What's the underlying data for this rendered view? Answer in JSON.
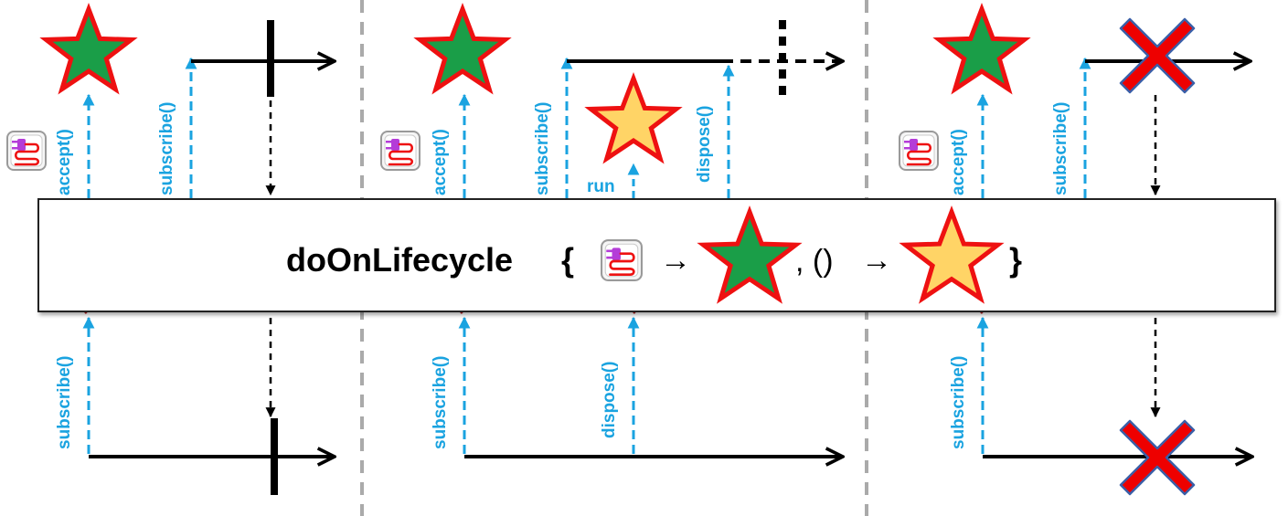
{
  "operator": {
    "name": "doOnLifecycle",
    "open_brace": "{",
    "arrow1": "→",
    "separator": ", ()",
    "arrow2": "→",
    "close_brace": "}"
  },
  "labels": {
    "accept": "accept()",
    "subscribe": "subscribe()",
    "dispose": "dispose()",
    "run": "run"
  },
  "colors": {
    "label": "#1aa3e0",
    "dashed_red": "#b01818",
    "star_green": "#1a9e48",
    "star_yellow": "#ffd466",
    "star_outline": "#ee1111",
    "cross_fill": "#ee0000",
    "cross_outline": "#3a5fa8",
    "divider": "#aaaaaa"
  },
  "icons": {
    "consumer": "plug-consumer-icon",
    "accept_action": "green-star-icon",
    "dispose_action": "yellow-star-icon",
    "complete": "completion-bar-icon",
    "error": "error-cross-icon"
  }
}
